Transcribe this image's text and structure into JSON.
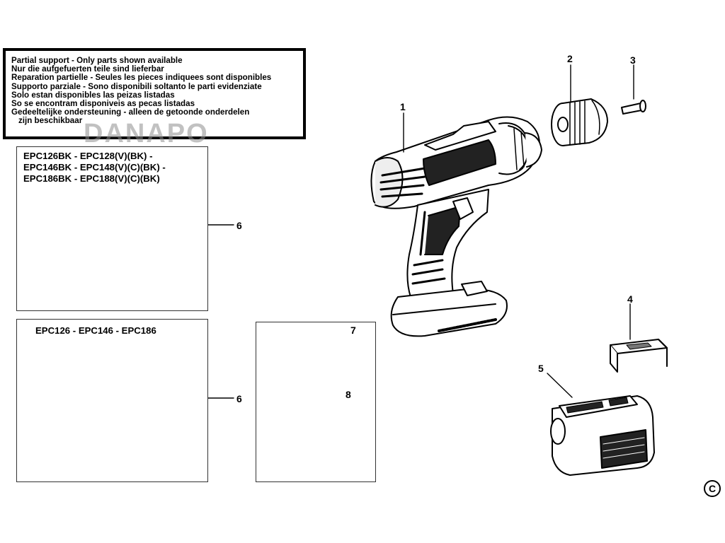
{
  "notice": {
    "lines": [
      "Partial support - Only parts shown available",
      "Nur die aufgefuerten teile sind lieferbar",
      "Reparation partielle - Seules les pieces indiquees sont disponibles",
      "Supporto parziale - Sono disponibili soltanto le parti evidenziate",
      "Solo estan disponibles las peizas listadas",
      "So se encontram disponiveis as pecas listadas",
      "Gedeeltelijke ondersteuning - alleen de getoonde onderdelen",
      "zijn beschikbaar"
    ]
  },
  "watermark": "DANAPO",
  "charger_box": {
    "models": [
      "EPC126BK - EPC128(V)(BK) -",
      "EPC146BK - EPC148(V)(C)(BK) -",
      "EPC186BK - EPC188(V)(C)(BK)"
    ]
  },
  "adapter_box": {
    "models": "EPC126 - EPC146 - EPC186"
  },
  "callouts": {
    "drill": "1",
    "chuck": "2",
    "screw": "3",
    "clip": "4",
    "battery": "5",
    "charger_a": "6",
    "charger_b": "6",
    "label": "7",
    "switch": "8"
  },
  "copyright": "C"
}
